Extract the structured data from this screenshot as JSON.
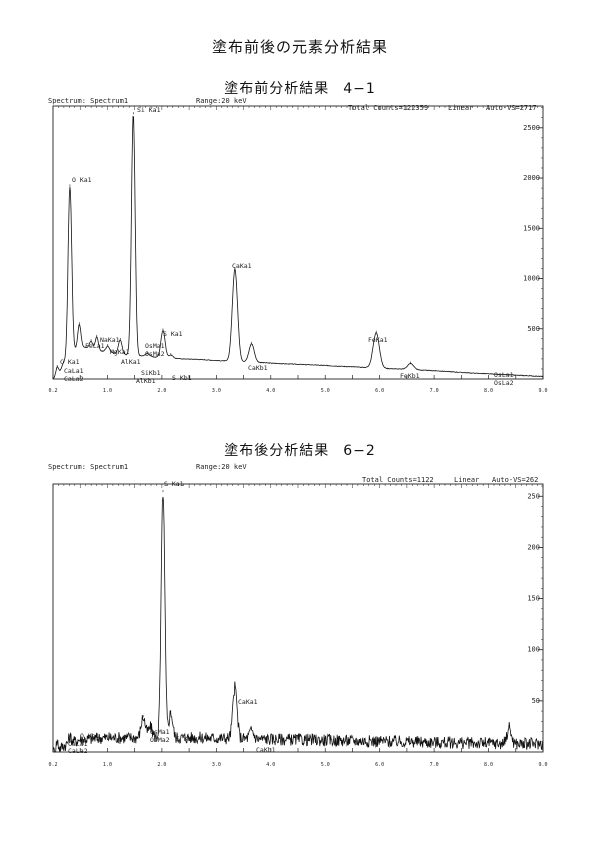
{
  "page": {
    "title": "塗布前後の元素分析結果"
  },
  "chart_data": [
    {
      "type": "line",
      "title": "塗布前分析結果",
      "sample_id": "4−1",
      "header": {
        "spectrum": "Spectrum: Spectrum1",
        "range": "Range:20  keV",
        "total_counts": "Total Counts=122359",
        "scale": "Linear",
        "vertical": "Auto-VS=2717"
      },
      "xlabel": "",
      "ylabel": "",
      "xlim": [
        0.2,
        9.6
      ],
      "ylim": [
        0,
        2717
      ],
      "y_ticks": [
        500,
        1000,
        1500,
        2000,
        2500
      ],
      "x_ticks": [
        "0.2",
        "",
        "1.0",
        "",
        "2.0",
        "",
        "3.0",
        "",
        "4.0",
        "",
        "5.0",
        "",
        "6.0",
        "",
        "7.0",
        "",
        "8.0",
        "",
        "9.0"
      ],
      "grid": false,
      "baseline": [
        {
          "x": 0.2,
          "y": 0
        },
        {
          "x": 0.28,
          "y": 40
        },
        {
          "x": 0.4,
          "y": 120
        },
        {
          "x": 0.55,
          "y": 260
        },
        {
          "x": 0.72,
          "y": 320
        },
        {
          "x": 0.9,
          "y": 310
        },
        {
          "x": 1.1,
          "y": 280
        },
        {
          "x": 1.35,
          "y": 260
        },
        {
          "x": 1.6,
          "y": 240
        },
        {
          "x": 1.9,
          "y": 230
        },
        {
          "x": 2.1,
          "y": 220
        },
        {
          "x": 2.4,
          "y": 210
        },
        {
          "x": 2.7,
          "y": 200
        },
        {
          "x": 3.0,
          "y": 195
        },
        {
          "x": 3.3,
          "y": 185
        },
        {
          "x": 3.7,
          "y": 175
        },
        {
          "x": 4.0,
          "y": 170
        },
        {
          "x": 4.3,
          "y": 160
        },
        {
          "x": 4.7,
          "y": 150
        },
        {
          "x": 5.2,
          "y": 140
        },
        {
          "x": 5.8,
          "y": 125
        },
        {
          "x": 6.4,
          "y": 110
        },
        {
          "x": 7.0,
          "y": 95
        },
        {
          "x": 7.6,
          "y": 80
        },
        {
          "x": 8.2,
          "y": 60
        },
        {
          "x": 8.8,
          "y": 45
        },
        {
          "x": 9.4,
          "y": 30
        },
        {
          "x": 9.6,
          "y": 25
        }
      ],
      "peaks": [
        {
          "x": 0.28,
          "h": 80,
          "w": 0.025
        },
        {
          "x": 0.4,
          "h": 40,
          "w": 0.03
        },
        {
          "x": 0.525,
          "h": 1680,
          "w": 0.035
        },
        {
          "x": 0.705,
          "h": 230,
          "w": 0.03
        },
        {
          "x": 0.93,
          "h": 70,
          "w": 0.03
        },
        {
          "x": 1.04,
          "h": 130,
          "w": 0.03
        },
        {
          "x": 1.25,
          "h": 60,
          "w": 0.035
        },
        {
          "x": 1.49,
          "h": 140,
          "w": 0.035
        },
        {
          "x": 1.74,
          "h": 2400,
          "w": 0.035
        },
        {
          "x": 2.015,
          "h": 30,
          "w": 0.04
        },
        {
          "x": 2.31,
          "h": 270,
          "w": 0.04
        },
        {
          "x": 2.46,
          "h": 30,
          "w": 0.04
        },
        {
          "x": 3.69,
          "h": 920,
          "w": 0.05
        },
        {
          "x": 4.01,
          "h": 180,
          "w": 0.05
        },
        {
          "x": 6.4,
          "h": 350,
          "w": 0.06
        },
        {
          "x": 7.06,
          "h": 60,
          "w": 0.06
        }
      ],
      "annotations": [
        "O Ka1",
        "C Ka1",
        "CaLa1",
        "CaLa2",
        "FeLa1",
        "NaKa1",
        "MgKa1",
        "AlKa1",
        "Si Ka1",
        "AlKb1",
        "SiKb1",
        "OsMa1",
        "OsMa2",
        "S Ka1",
        "S Kb1",
        "CaKa1",
        "CaKb1",
        "FeKa1",
        "FeKb1",
        "OsLa1",
        "OsLa2"
      ]
    },
    {
      "type": "line",
      "title": "塗布後分析結果",
      "sample_id": "6−2",
      "header": {
        "spectrum": "Spectrum: Spectrum1",
        "range": "Range:20  keV",
        "total_counts": "Total Counts=1122",
        "scale": "Linear",
        "vertical": "Auto-VS=262"
      },
      "xlabel": "",
      "ylabel": "",
      "xlim": [
        0.2,
        9.6
      ],
      "ylim": [
        0,
        262
      ],
      "y_ticks": [
        50,
        100,
        150,
        200,
        250
      ],
      "x_ticks": [
        "0.2",
        "",
        "1.0",
        "",
        "2.0",
        "",
        "3.0",
        "",
        "4.0",
        "",
        "5.0",
        "",
        "6.0",
        "",
        "7.0",
        "",
        "8.0",
        "",
        "9.0"
      ],
      "grid": false,
      "baseline": [
        {
          "x": 0.2,
          "y": 0
        },
        {
          "x": 0.4,
          "y": 6
        },
        {
          "x": 0.7,
          "y": 12
        },
        {
          "x": 1.2,
          "y": 14
        },
        {
          "x": 2.0,
          "y": 14
        },
        {
          "x": 3.0,
          "y": 14
        },
        {
          "x": 4.0,
          "y": 13
        },
        {
          "x": 5.0,
          "y": 12
        },
        {
          "x": 6.0,
          "y": 11
        },
        {
          "x": 7.0,
          "y": 10
        },
        {
          "x": 8.0,
          "y": 9
        },
        {
          "x": 9.0,
          "y": 8
        },
        {
          "x": 9.6,
          "y": 8
        }
      ],
      "peaks": [
        {
          "x": 0.28,
          "h": 8,
          "w": 0.02
        },
        {
          "x": 0.525,
          "h": 6,
          "w": 0.03
        },
        {
          "x": 1.93,
          "h": 20,
          "w": 0.04
        },
        {
          "x": 2.07,
          "h": 10,
          "w": 0.04
        },
        {
          "x": 2.31,
          "h": 240,
          "w": 0.035
        },
        {
          "x": 2.46,
          "h": 25,
          "w": 0.035
        },
        {
          "x": 3.69,
          "h": 50,
          "w": 0.04
        },
        {
          "x": 4.01,
          "h": 8,
          "w": 0.04
        },
        {
          "x": 8.95,
          "h": 16,
          "w": 0.04
        }
      ],
      "noise_amplitude": 6,
      "annotations": [
        "O Ka1",
        "CaLa1",
        "CaLa2",
        "OsMa1",
        "OsMa2",
        "S Ka1",
        "S Kb1",
        "CaKa1",
        "CaKb1"
      ]
    }
  ]
}
